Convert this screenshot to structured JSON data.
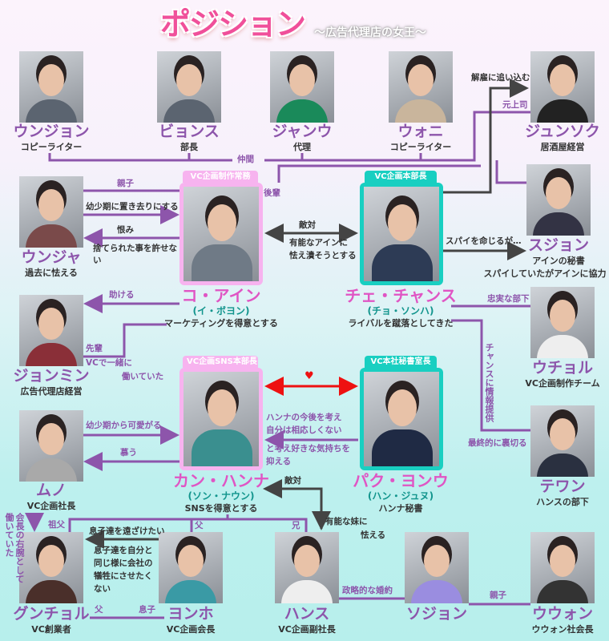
{
  "title": "ポジション",
  "subtitle": "〜広告代理店の女王〜",
  "colors": {
    "accent_purple": "#8d55ab",
    "pink_frame": "#f7b3ef",
    "teal_frame": "#19cfc1",
    "title_pink": "#f0509a",
    "love_red": "#ee1111"
  },
  "people": {
    "eunjeong": {
      "name": "ウンジョン",
      "role": "コピーライター"
    },
    "byeongsu": {
      "name": "ビョンス",
      "role": "部長"
    },
    "jangwoo": {
      "name": "ジャンウ",
      "role": "代理"
    },
    "woni": {
      "name": "ウォニ",
      "role": "コピーライター"
    },
    "junsok": {
      "name": "ジュンソク",
      "role": "居酒屋経営"
    },
    "eunja": {
      "name": "ウンジャ",
      "role": "過去に怯える"
    },
    "goain": {
      "badge": "VC企画制作常務",
      "name": "コ・アイン",
      "actor": "(イ・ボヨン)",
      "desc": "マーケティングを得意とする"
    },
    "chae": {
      "badge": "VC企画本部長",
      "name": "チェ・チャンス",
      "actor": "(チョ・ソンハ)",
      "desc": "ライバルを蹴落としてきた"
    },
    "sujeong": {
      "name": "スジョン",
      "role": "アインの秘書",
      "role2": "スパイしていたがアインに協力"
    },
    "jeongmin": {
      "name": "ジョンミン",
      "role": "広告代理店経営"
    },
    "uchol": {
      "name": "ウチョル",
      "role": "VC企画制作チーム"
    },
    "hanna": {
      "badge": "VC企画SNS本部長",
      "name": "カン・ハンナ",
      "actor": "(ソン・ナウン)",
      "desc": "SNSを得意とする"
    },
    "park": {
      "badge": "VC本社秘書室長",
      "name": "パク・ヨンウ",
      "actor": "(ハン・ジュヌ)",
      "desc": "ハンナ秘書"
    },
    "muno": {
      "name": "ムノ",
      "role": "VC企画社長"
    },
    "taewon": {
      "name": "テワン",
      "role": "ハンスの部下"
    },
    "guncheol": {
      "name": "グンチョル",
      "role": "VC創業者"
    },
    "yongho": {
      "name": "ヨンホ",
      "role": "VC企画会長"
    },
    "hansu": {
      "name": "ハンス",
      "role": "VC企画副社長"
    },
    "sojeong": {
      "name": "ソジョン",
      "role": ""
    },
    "uwon": {
      "name": "ウウォン",
      "role": "ウウォン社会長"
    }
  },
  "relations": {
    "nakama": "仲間",
    "kaiko": "解雇に追い込む",
    "motojoushi": "元上司",
    "kouhai": "後輩",
    "oyako1": "親子",
    "okizari": "幼少期に置き去りにする",
    "urami": "恨み",
    "yurusenai": "捨てられた事を許せない",
    "tekitai1": "敵対",
    "tsubusu1": "有能なアインに",
    "tsubusu2": "怯え潰そうとする",
    "spy": "スパイを命じるが…",
    "tasukeru": "助ける",
    "senpai": "先輩",
    "issho1": "VCで一緒に",
    "issho2": "働いていた",
    "chujitsu": "忠実な部下",
    "jouhou": "チャンスに情報提供",
    "uragiru": "最終的に裏切る",
    "heart": "♥",
    "hanna_kangae": [
      "ハンナの今後を考え",
      "自分は相応しくない",
      "と考え好きな気持ちを",
      "抑える"
    ],
    "kawaigaru": "幼少期から可愛がる",
    "shitau": "慕う",
    "tekitai2": "敵対",
    "imouto1": "有能な妹に",
    "imouto2": "怯える",
    "uwan": "会長の右腕として働いていた",
    "sofu": "祖父",
    "chichi1": "父",
    "ani": "兄",
    "toozake": "息子達を遠ざけたい",
    "gisei": [
      "息子達を自分と",
      "同じ様に会社の",
      "犠牲にさせたく",
      "ない"
    ],
    "chichi2": "父",
    "musuko": "息子",
    "konyaku": "政略的な婚約",
    "oyako2": "親子"
  }
}
